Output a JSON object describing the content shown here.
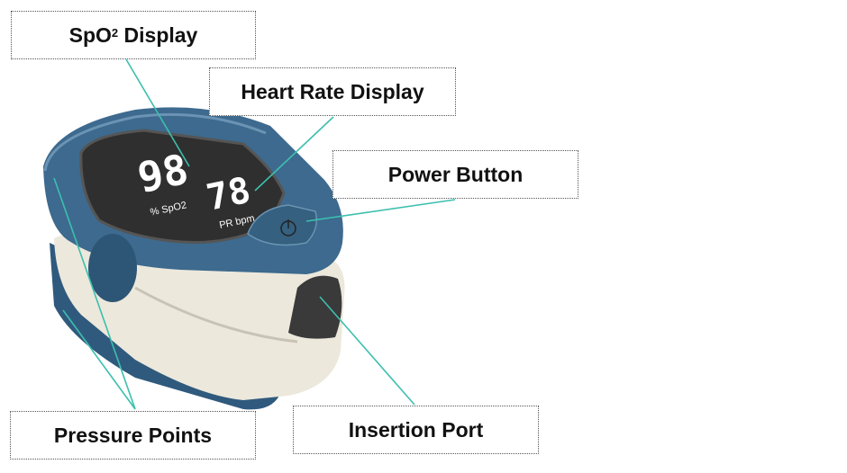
{
  "labels": {
    "spo2_display": {
      "main": "SpO",
      "sup": "2",
      "rest": " Display"
    },
    "heart_rate_display": "Heart Rate Display",
    "power_button": "Power Button",
    "pressure_points": "Pressure Points",
    "insertion_port": "Insertion Port"
  },
  "device_screen": {
    "spo2_value": "98",
    "spo2_unit": "% SpO2",
    "pr_value": "78",
    "pr_unit": "PR bpm"
  },
  "colors": {
    "leader_line": "#3cbfae",
    "body_blue": "#3d6a8e",
    "body_cream": "#eeeae0",
    "screen": "#2f2f2f"
  }
}
